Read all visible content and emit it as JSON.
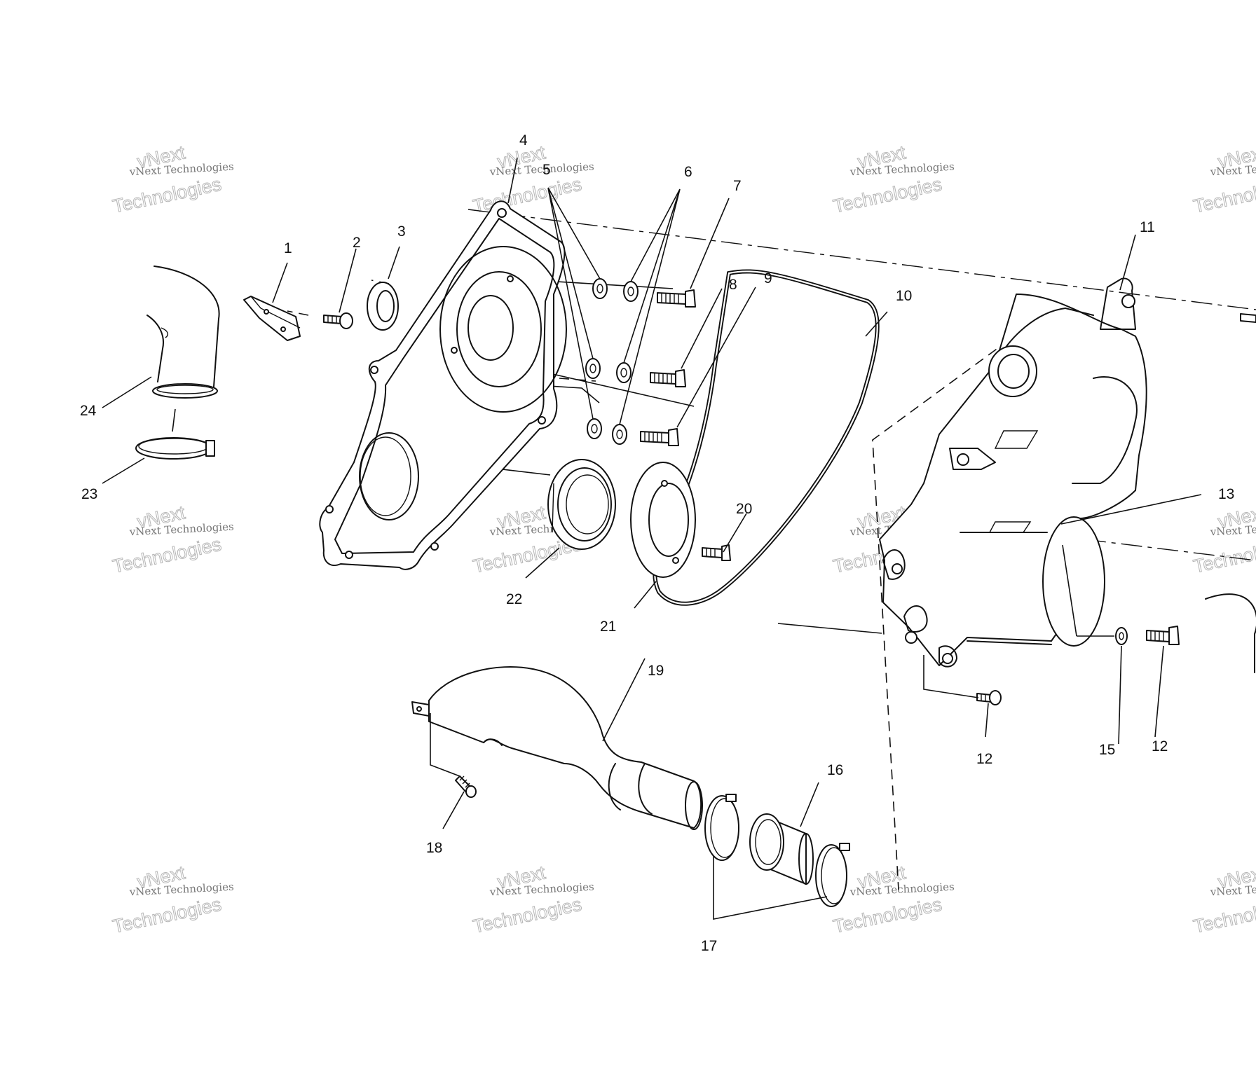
{
  "callouts": {
    "c1": "1",
    "c2": "2",
    "c3": "3",
    "c4": "4",
    "c5": "5",
    "c6": "6",
    "c7": "7",
    "c8": "8",
    "c9": "9",
    "c10": "10",
    "c11": "11",
    "c12a": "12",
    "c12b": "12",
    "c13": "13",
    "c15": "15",
    "c16": "16",
    "c17": "17",
    "c18": "18",
    "c19": "19",
    "c20": "20",
    "c21": "21",
    "c22": "22",
    "c23": "23",
    "c24": "24"
  },
  "watermark": {
    "line1": "vNext Technologies",
    "line2": "vNext",
    "line3": "Technologies"
  }
}
